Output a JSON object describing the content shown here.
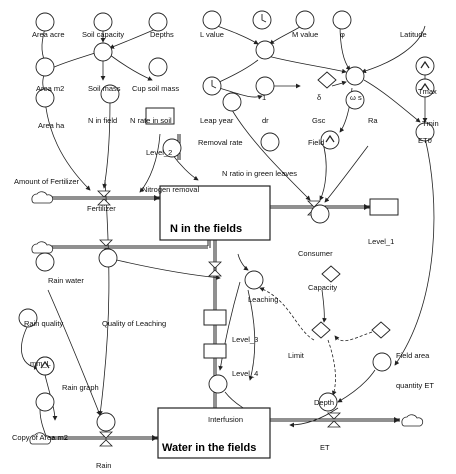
{
  "stocks": {
    "n_fields": "N in the fields",
    "water_fields": "Water in the fields",
    "level_1": "Level_1",
    "level_3": "Level_3"
  },
  "variables": {
    "area_acre": "Area acre",
    "soil_capacity": "Soil capacity",
    "depths": "Depths",
    "l_value": "L value",
    "m_value": "M value",
    "phi": "φ",
    "latitude": "Latitude",
    "area_m2": "Area m2",
    "soil_mass": "Soil mass",
    "cup_soil_mass": "Cup soil mass",
    "tmax": "Tmax",
    "one": "1",
    "delta": "δ",
    "omega_s": "ω s",
    "tmin": "Tmin",
    "area_ha": "Area ha",
    "n_in_field": "N in field",
    "n_rate_in_soil": "N rate in soil",
    "leap_year": "Leap year",
    "dr": "dr",
    "gsc": "Gsc",
    "ra": "Ra",
    "et0": "ET0",
    "level_2": "Level_2",
    "removal_rate": "Removal rate",
    "field": "Field",
    "n_ratio_green": "N ratio in green leaves",
    "amount_fertilizer": "Amount of Fertilizer",
    "nitrogen_removal": "Nitrogen removal",
    "fertilizer": "Fertilizer",
    "consumer": "Consumer",
    "rain_water": "Rain water",
    "leaching": "Leaching",
    "capacity": "Capacity",
    "rain_quality": "Rain quality",
    "quality_leaching": "Quality of Leaching",
    "mm_l": "mm_L",
    "limit": "Limit",
    "field_area": "Field area",
    "level_4": "Level_4",
    "rain_graph": "Rain graph",
    "quantity_et": "quantity ET",
    "depth": "Depth",
    "interfusion": "Interfusion",
    "copy_area_m2": "Copy of Area m2",
    "et": "ET",
    "rain": "Rain"
  }
}
